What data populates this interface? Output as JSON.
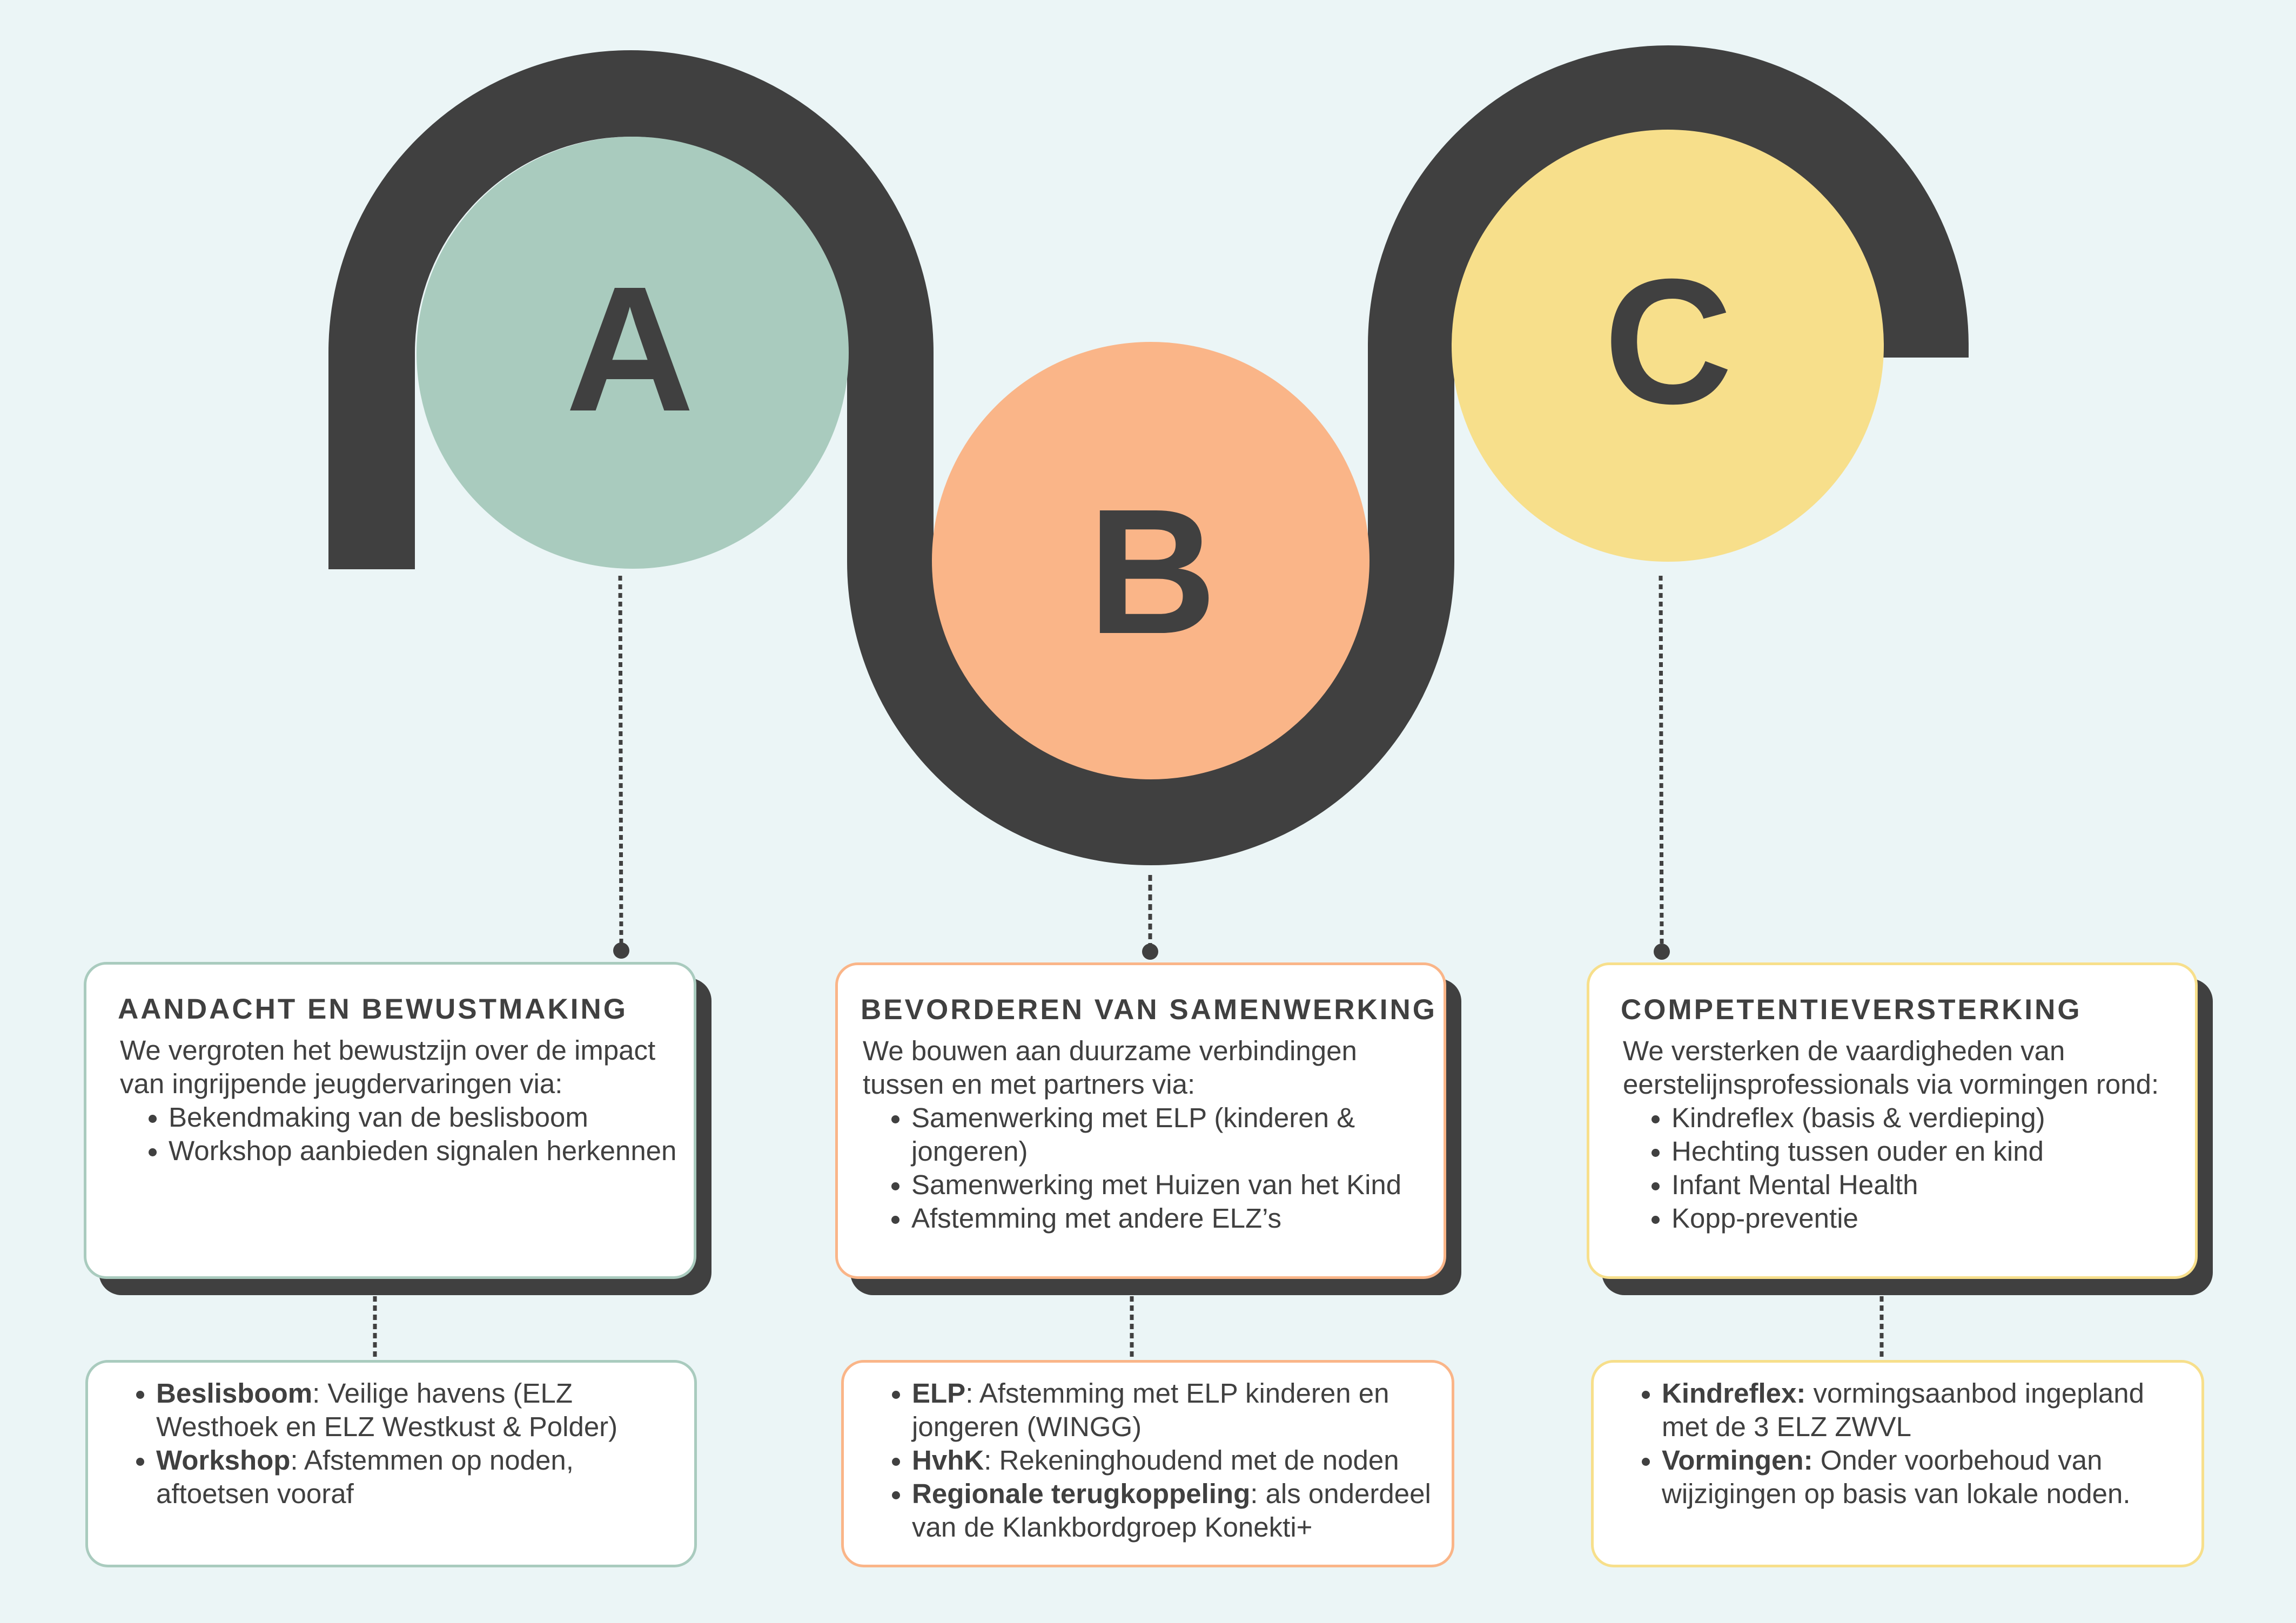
{
  "colors": {
    "background": "#EBF5F6",
    "track": "#404040",
    "text": "#404040",
    "a": "#A9CBBE",
    "b": "#FAB588",
    "c": "#F7DF8B"
  },
  "circles": [
    {
      "letter": "A",
      "color": "#A9CBBE"
    },
    {
      "letter": "B",
      "color": "#FAB588"
    },
    {
      "letter": "C",
      "color": "#F7DF8B"
    }
  ],
  "cards": [
    {
      "title": "AANDACHT EN BEWUSTMAKING",
      "intro": "We vergroten het bewustzijn over de impact van ingrijpende jeugdervaringen via:",
      "items": [
        "Bekendmaking van de beslisboom",
        "Workshop aanbieden signalen herkennen"
      ],
      "details": [
        {
          "label": "Beslisboom",
          "text": ": Veilige havens (ELZ Westhoek en ELZ Westkust & Polder)"
        },
        {
          "label": "Workshop",
          "text": ": Afstemmen op noden, aftoetsen vooraf"
        }
      ]
    },
    {
      "title": "BEVORDEREN VAN SAMENWERKING",
      "intro": "We bouwen aan duurzame verbindingen tussen en met partners via:",
      "items": [
        "Samenwerking met ELP (kinderen & jongeren)",
        "Samenwerking met Huizen van het Kind",
        "Afstemming met andere ELZ’s"
      ],
      "details": [
        {
          "label": "ELP",
          "text": ": Afstemming met ELP kinderen en jongeren (WINGG)"
        },
        {
          "label": "HvhK",
          "text": ": Rekeninghoudend met de noden"
        },
        {
          "label": "Regionale terugkoppeling",
          "text": ": als onderdeel van de Klankbordgroep Konekti+"
        }
      ]
    },
    {
      "title": "COMPETENTIEVERSTERKING",
      "intro": "We versterken de vaardigheden van eerstelijnsprofessionals via vormingen rond:",
      "items": [
        "Kindreflex (basis & verdieping)",
        "Hechting tussen ouder en kind",
        "Infant Mental Health",
        "Kopp-preventie"
      ],
      "details": [
        {
          "label": "Kindreflex:",
          "text": " vormingsaanbod ingepland met de 3 ELZ ZWVL"
        },
        {
          "label": "Vormingen:",
          "text": " Onder voorbehoud van wijzigingen op basis van lokale noden."
        }
      ]
    }
  ]
}
